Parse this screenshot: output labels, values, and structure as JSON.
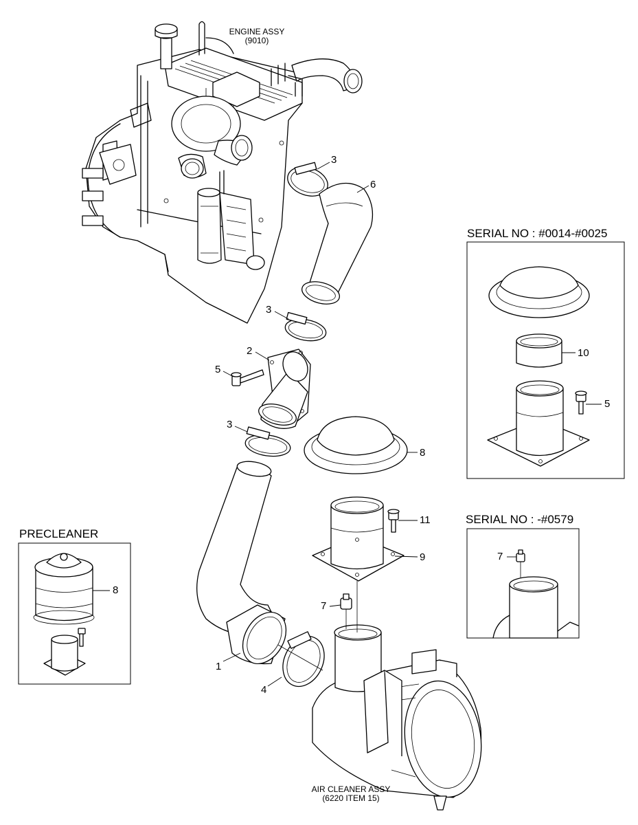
{
  "callouts": {
    "engine_assy": "ENGINE ASSY",
    "engine_assy_ref": "(9010)",
    "air_cleaner_assy": "AIR CLEANER ASSY",
    "air_cleaner_ref": "(6220 ITEM 15)"
  },
  "panels": {
    "precleaner": {
      "title": "PRECLEANER",
      "part_8": "8"
    },
    "serial_a": {
      "title": "SERIAL NO : #0014-#0025",
      "part_10": "10",
      "part_5": "5"
    },
    "serial_b": {
      "title": "SERIAL NO : -#0579",
      "part_7": "7"
    }
  },
  "parts": {
    "p3_top": "3",
    "p6": "6",
    "p3_mid": "3",
    "p2": "2",
    "p5": "5",
    "p3_low": "3",
    "p8": "8",
    "p11": "11",
    "p9": "9",
    "p7": "7",
    "p1": "1",
    "p4": "4"
  }
}
